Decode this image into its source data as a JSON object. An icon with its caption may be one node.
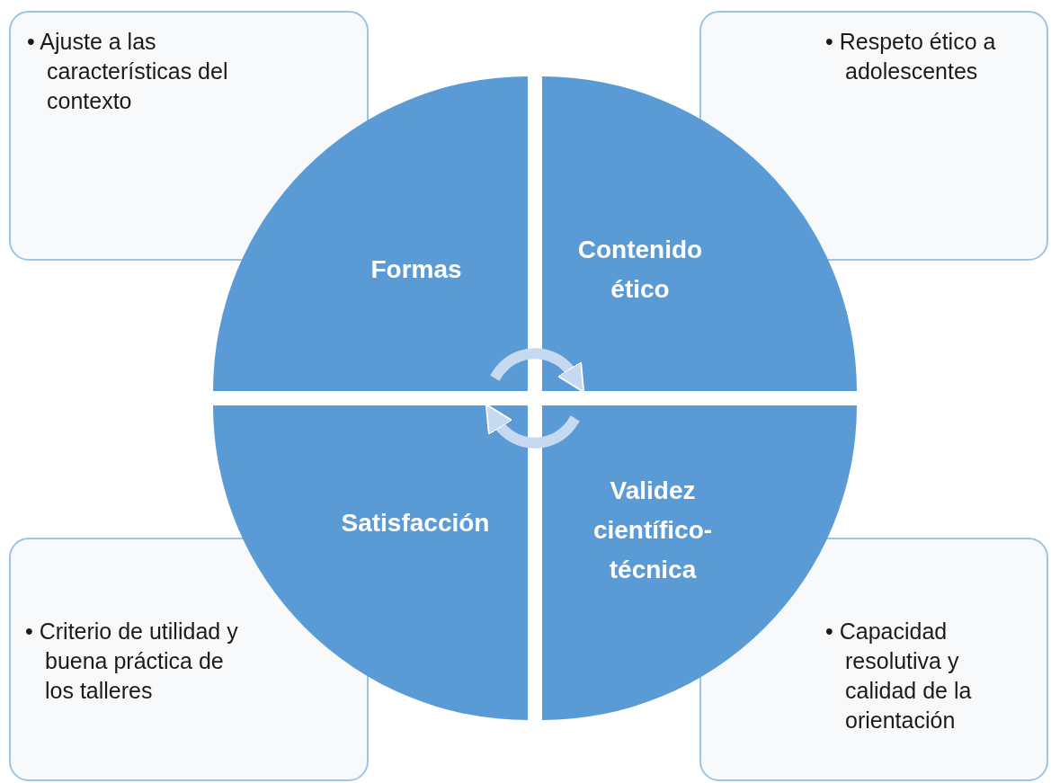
{
  "diagram": {
    "nodes": [
      {
        "text": [
          "• Ajuste a las características del contexto"
        ]
      },
      {
        "text": [
          "• Respeto ético a adolescentes"
        ]
      },
      {
        "text": [
          "Formas"
        ]
      },
      {
        "text": [
          "Contenido ético"
        ]
      },
      {
        "text": [
          "Satisfacción"
        ]
      },
      {
        "text": [
          "Validez científico-técnica"
        ]
      },
      {
        "text": [
          "• Criterio de utilidad y buena práctica de los talleres"
        ]
      },
      {
        "text": [
          "• Capacidad resolutiva y calidad de la orientación"
        ]
      }
    ],
    "edges": [
      {
        "from": 2,
        "to": 3,
        "arrow": "to"
      },
      {
        "from": 5,
        "to": 4,
        "arrow": "to"
      }
    ]
  }
}
